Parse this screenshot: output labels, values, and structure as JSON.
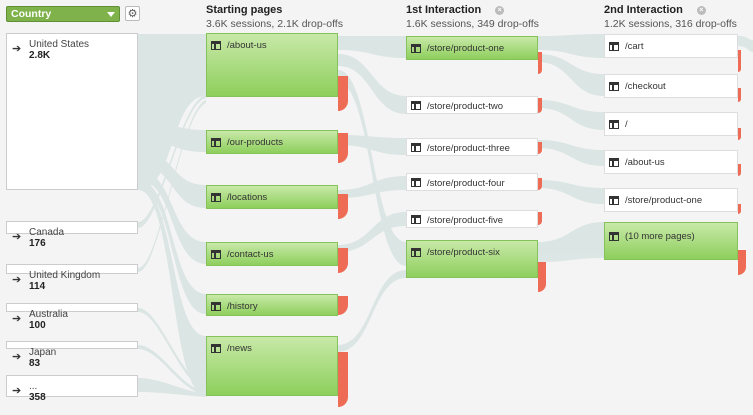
{
  "controls": {
    "dimension": "Country"
  },
  "headers": [
    {
      "title": "Starting pages",
      "sub": "3.6K sessions, 2.1K drop-offs"
    },
    {
      "title": "1st Interaction",
      "sub": "1.6K sessions, 349 drop-offs"
    },
    {
      "title": "2nd Interaction",
      "sub": "1.2K sessions, 316 drop-offs"
    }
  ],
  "countries": [
    {
      "name": "United States",
      "value": "2.8K"
    },
    {
      "name": "Canada",
      "value": "176"
    },
    {
      "name": "United Kingdom",
      "value": "114"
    },
    {
      "name": "Australia",
      "value": "100"
    },
    {
      "name": "Japan",
      "value": "83"
    },
    {
      "name": "...",
      "value": "358"
    }
  ],
  "starting_pages": [
    "/about-us",
    "/our-products",
    "/locations",
    "/contact-us",
    "/history",
    "/news"
  ],
  "first_interaction": [
    "/store/product-one",
    "/store/product-two",
    "/store/product-three",
    "/store/product-four",
    "/store/product-five",
    "/store/product-six"
  ],
  "second_interaction": [
    "/cart",
    "/checkout",
    "/",
    "/about-us",
    "/store/product-one",
    "(10 more pages)"
  ],
  "colors": {
    "node": "#8ecf5c",
    "drop": "#ee6b55",
    "flow": "#d6e2e0"
  }
}
